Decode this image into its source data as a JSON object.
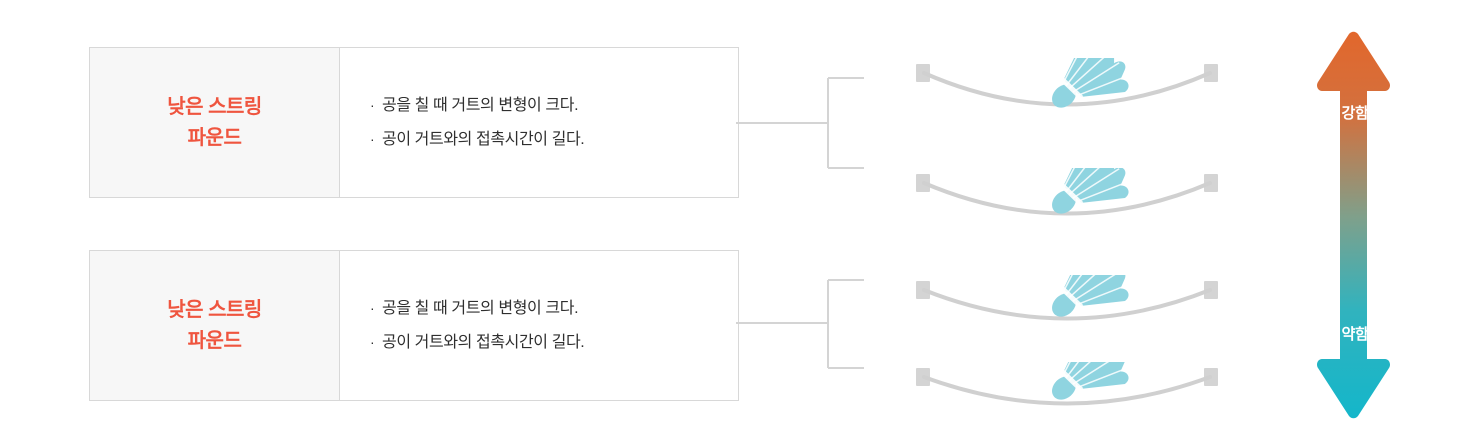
{
  "diagram": {
    "title_semantic": "string-pound-comparison-diagram",
    "colors": {
      "card_title": "#EF553F",
      "card_header_bg": "#F7F7F7",
      "card_border": "#D8D8D8",
      "body_text": "#2F2F2F",
      "connector_line": "#D4D4D4",
      "string_line": "#D0D0D0",
      "anchor_post": "#D4D4D4",
      "shuttlecock": "#8FD4E0",
      "arrow_top": "#E2672C",
      "arrow_bottom": "#14B6CA",
      "background": "#FFFFFF"
    }
  },
  "cards": [
    {
      "title": "낮은 스트링\n파운드",
      "title_line1": "낮은 스트링",
      "title_line2": "파운드",
      "bullet_marker": "·",
      "bullets": [
        "공을 칠 때 거트의 변형이 크다.",
        "공이 거트와의 접촉시간이 길다."
      ]
    },
    {
      "title": "낮은 스트링\n파운드",
      "title_line1": "낮은 스트링",
      "title_line2": "파운드",
      "bullet_marker": "·",
      "bullets": [
        "공을 칠 때 거트의 변형이 크다.",
        "공이 거트와의 접촉시간이 길다."
      ]
    }
  ],
  "illustrations": [
    {
      "name": "string-sag-figure-1",
      "sag": 34,
      "shuttle_tilt": -42
    },
    {
      "name": "string-sag-figure-2",
      "sag": 32,
      "shuttle_tilt": -42
    },
    {
      "name": "string-sag-figure-3",
      "sag": 30,
      "shuttle_tilt": -42
    },
    {
      "name": "string-sag-figure-4",
      "sag": 26,
      "shuttle_tilt": -42
    }
  ],
  "arrow": {
    "name": "strength-gradient-arrow",
    "top_label": "강함",
    "bottom_label": "약함",
    "gradient_from": "#E2672C",
    "gradient_to": "#14B6CA",
    "direction": "double-headed-vertical"
  }
}
